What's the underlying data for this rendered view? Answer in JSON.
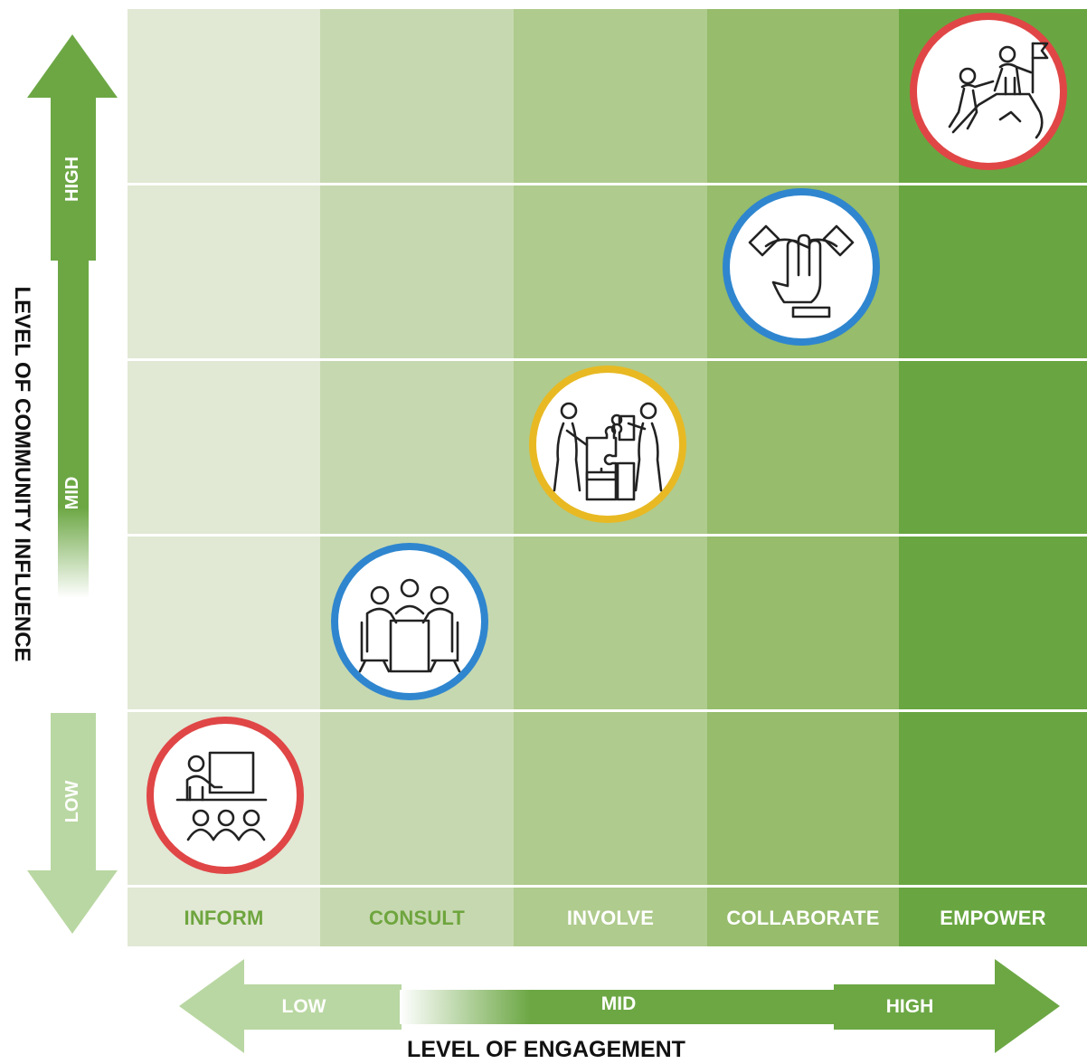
{
  "columns": [
    {
      "label": "INFORM",
      "bg": "#e1e8d4",
      "labelColor": "#6ea53e"
    },
    {
      "label": "CONSULT",
      "bg": "#c6d8b0",
      "labelColor": "#6ea53e"
    },
    {
      "label": "INVOLVE",
      "bg": "#afcb8d",
      "labelColor": "#ffffff"
    },
    {
      "label": "COLLABORATE",
      "bg": "#96bc6c",
      "labelColor": "#ffffff"
    },
    {
      "label": "EMPOWER",
      "bg": "#69a641",
      "labelColor": "#ffffff"
    }
  ],
  "vertical_axis": {
    "title": "LEVEL OF COMMUNITY INFLUENCE",
    "high": "HIGH",
    "mid": "MID",
    "low": "LOW"
  },
  "horizontal_axis": {
    "title": "LEVEL OF ENGAGEMENT",
    "low": "LOW",
    "mid": "MID",
    "high": "HIGH"
  },
  "icons": [
    {
      "name": "presentation-audience-icon",
      "ring": "#e04646"
    },
    {
      "name": "meeting-table-icon",
      "ring": "#2f86cf"
    },
    {
      "name": "puzzle-people-icon",
      "ring": "#e8b923"
    },
    {
      "name": "stacked-hands-icon",
      "ring": "#2f86cf"
    },
    {
      "name": "climbing-summit-flag-icon",
      "ring": "#e04646"
    }
  ],
  "colors": {
    "arrow_dark": "#6ca744",
    "arrow_light": "#b9d7a2",
    "grid_line": "#ffffff"
  }
}
